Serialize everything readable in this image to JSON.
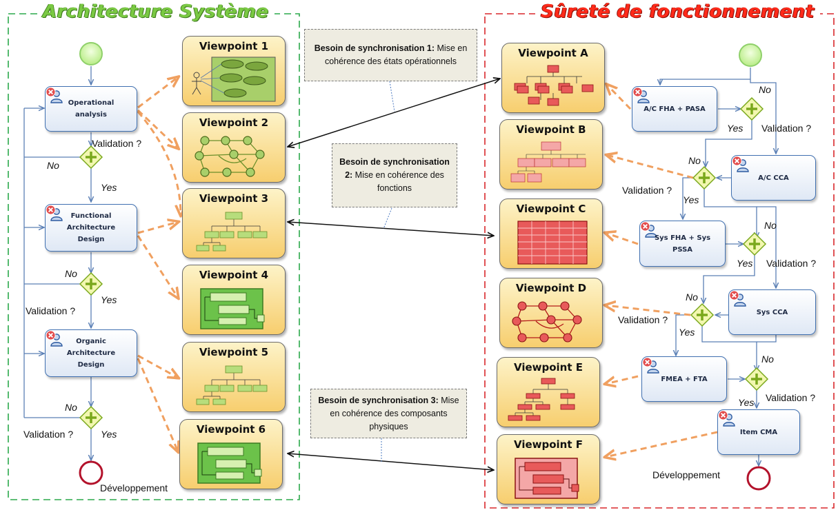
{
  "sections": {
    "left_title": "Architecture Système",
    "right_title": "Sûreté de fonctionnement"
  },
  "left_tasks": {
    "operational": "Operational analysis",
    "functional": "Functional Architecture Design",
    "organic": "Organic Architecture Design"
  },
  "right_tasks": {
    "ac_fha": "A/C FHA + PASA",
    "ac_cca": "A/C CCA",
    "sys_fha": "Sys FHA + Sys PSSA",
    "sys_cca": "Sys CCA",
    "fmea": "FMEA + FTA",
    "item_cma": "Item CMA"
  },
  "viewpoints": {
    "v1": "Viewpoint 1",
    "v2": "Viewpoint 2",
    "v3": "Viewpoint 3",
    "v4": "Viewpoint 4",
    "v5": "Viewpoint 5",
    "v6": "Viewpoint 6",
    "va": "Viewpoint A",
    "vb": "Viewpoint B",
    "vc": "Viewpoint C",
    "vd": "Viewpoint D",
    "ve": "Viewpoint E",
    "vf": "Viewpoint F"
  },
  "notes": {
    "n1_bold": "Besoin de synchronisation 1:",
    "n1_text": " Mise en cohérence des états opérationnels",
    "n2_bold": "Besoin de synchronisation 2:",
    "n2_text": " Mise en cohérence des fonctions",
    "n3_bold": "Besoin de synchronisation 3:",
    "n3_text": " Mise en cohérence des composants physiques"
  },
  "labels": {
    "validation": "Validation ?",
    "yes": "Yes",
    "no": "No",
    "developpement": "Développement"
  },
  "colors": {
    "green_frame": "#2aa84a",
    "red_frame": "#d9262a",
    "flow_arrow": "#5a7fb5",
    "dashed_arrow": "#f0a060",
    "task_border": "#3f6fb0",
    "start_fill": "#d4f5b0",
    "end_stroke": "#b3122b",
    "gateway_fill": "#f2f7b0",
    "gateway_plus": "#7aa81c"
  }
}
